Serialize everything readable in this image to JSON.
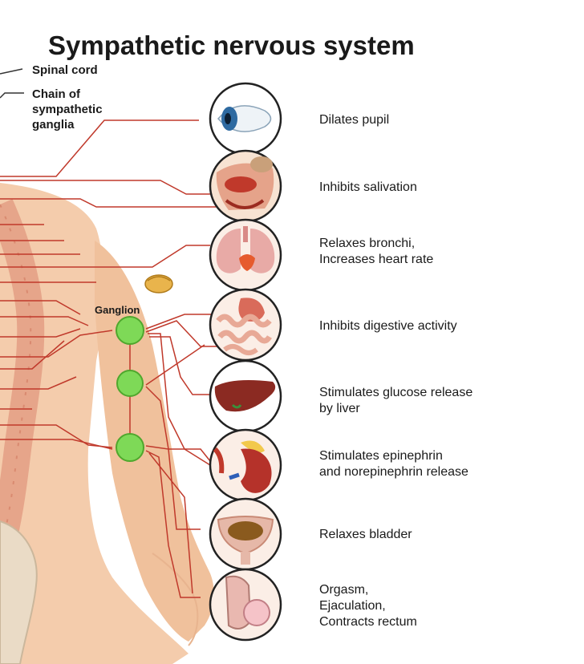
{
  "title": "Sympathetic nervous system",
  "labels": {
    "spinal_cord": "Spinal cord",
    "chain": [
      "Chain of",
      "sympathetic",
      "ganglia"
    ],
    "ganglion": "Ganglion"
  },
  "effects": [
    {
      "organ": "eye",
      "lines": [
        "Dilates pupil"
      ]
    },
    {
      "organ": "salivary-glands",
      "lines": [
        "Inhibits salivation"
      ]
    },
    {
      "organ": "lungs-heart",
      "lines": [
        "Relaxes bronchi,",
        "Increases heart rate"
      ]
    },
    {
      "organ": "stomach-intestines",
      "lines": [
        "Inhibits digestive activity"
      ]
    },
    {
      "organ": "liver",
      "lines": [
        "Stimulates glucose release",
        "by liver"
      ]
    },
    {
      "organ": "adrenal-kidney",
      "lines": [
        "Stimulates epinephrin",
        "and norepinephrin release"
      ]
    },
    {
      "organ": "bladder",
      "lines": [
        "Relaxes bladder"
      ]
    },
    {
      "organ": "reproductive",
      "lines": [
        "Orgasm,",
        "Ejaculation,",
        "Contracts rectum"
      ]
    }
  ],
  "colors": {
    "nerve": "#c0392b",
    "skin": "#f3c9a8",
    "ganglion": "#7ed957",
    "circle_border": "#222222"
  }
}
